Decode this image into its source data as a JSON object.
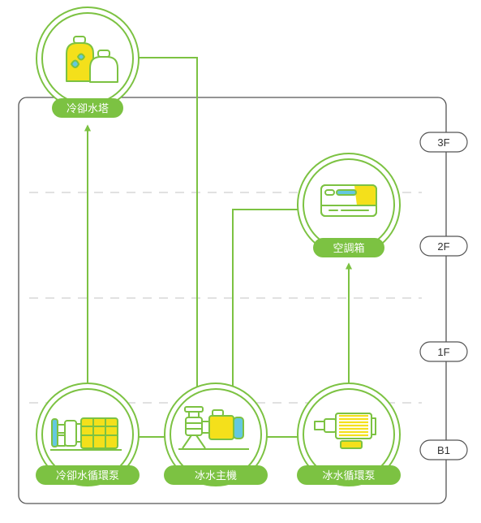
{
  "floors": [
    "3F",
    "2F",
    "1F",
    "B1"
  ],
  "nodes": {
    "cooling_tower": "冷卻水塔",
    "ahu": "空調箱",
    "cooling_pump": "冷卻水循環泵",
    "chiller": "冰水主機",
    "chilled_pump": "冰水循環泵"
  },
  "colors": {
    "green": "#7cc242",
    "yellow": "#f4e01b",
    "cyan": "#64c8e0",
    "border": "#555555",
    "dash": "#cfcfcf"
  }
}
